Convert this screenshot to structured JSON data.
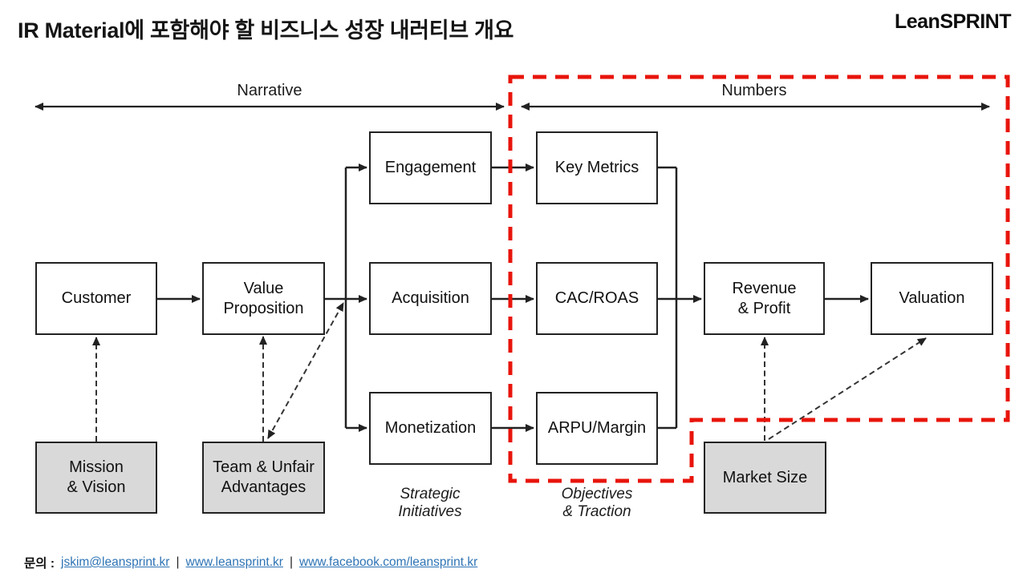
{
  "title": "IR Material에 포함해야 할 비즈니스 성장 내러티브 개요",
  "logo": "LeanSPRINT",
  "sections": {
    "narrative": "Narrative",
    "numbers": "Numbers"
  },
  "boxes": {
    "customer": "Customer",
    "value_proposition": "Value\nProposition",
    "engagement": "Engagement",
    "acquisition": "Acquisition",
    "monetization": "Monetization",
    "key_metrics": "Key Metrics",
    "cac_roas": "CAC/ROAS",
    "arpu_margin": "ARPU/Margin",
    "revenue_profit": "Revenue\n& Profit",
    "valuation": "Valuation",
    "mission_vision": "Mission\n& Vision",
    "team_unfair_advantages": "Team & Unfair\nAdvantages",
    "market_size": "Market Size"
  },
  "captions": {
    "strategic_initiatives": "Strategic\nInitiatives",
    "objectives_traction": "Objectives\n& Traction"
  },
  "footer": {
    "prefix": "문의 :",
    "separator": "|",
    "links": [
      "jskim@leansprint.kr",
      "www.leansprint.kr",
      "www.facebook.com/leansprint.kr"
    ]
  },
  "colors": {
    "accent_red": "#e8140b",
    "box_gray_fill": "#d9d9d9",
    "link_blue": "#2e74b5",
    "line_black": "#222222"
  }
}
